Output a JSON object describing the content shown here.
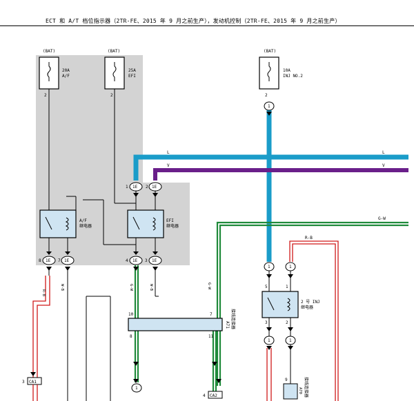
{
  "header": {
    "title": "ECT 和 A/T 档位指示器（2TR-FE、2015 年 9 月之前生产），发动机控制（2TR-FE、2015 年 9 月之前生产）"
  },
  "sources": [
    {
      "label": "(BAT)"
    },
    {
      "label": "(BAT)"
    },
    {
      "label": "(BAT)"
    }
  ],
  "fuses": [
    {
      "rating": "20A",
      "name": "A/F",
      "pin": "2"
    },
    {
      "rating": "25A",
      "name": "EFI",
      "pin": "2"
    },
    {
      "rating": "10A",
      "name": "INJ NO.2",
      "pin": "2"
    }
  ],
  "relays": [
    {
      "name": "A/F",
      "sub": "继电器"
    },
    {
      "name": "EFI",
      "sub": "继电器"
    },
    {
      "name": "2 号 INJ",
      "sub": "继电器"
    }
  ],
  "wires": {
    "blue_label": "L",
    "purple_label": "V",
    "green_label": "G-W",
    "red_label": "R-B",
    "vert_labels": [
      "R-B",
      "W-B",
      "G-W",
      "W-B",
      "G-W"
    ]
  },
  "connectors": {
    "top_jb": [
      {
        "pin": "1",
        "code": "1E"
      },
      {
        "pin": "2",
        "code": "1E"
      }
    ],
    "bottom_jb": [
      {
        "pin": "8",
        "code": "1E"
      },
      {
        "pin": "7",
        "code": "1E"
      },
      {
        "pin": "4",
        "code": "1E"
      },
      {
        "pin": "3",
        "code": "1E"
      }
    ],
    "inj_top": {
      "code": "1"
    },
    "inj_mid": [
      {
        "code": "1"
      },
      {
        "code": "1"
      }
    ],
    "inj_bot": [
      {
        "code": "1"
      },
      {
        "code": "1"
      }
    ],
    "bottom_left": {
      "code": "1"
    },
    "ca1": {
      "pin": "3",
      "code": "CA1"
    },
    "ca2": {
      "pin": "4",
      "code": "CA2"
    }
  },
  "junction": {
    "name": "A71",
    "sub": "接线连接器",
    "pins": [
      "10",
      "7",
      "8",
      "11"
    ]
  },
  "inj_relay_pins": [
    "5",
    "1",
    "3",
    "2"
  ],
  "bottom_right_label": "接线连接器",
  "bottom_right_pin": "9",
  "bottom_right_code": "A70",
  "colors": {
    "blue": "#1a9cc9",
    "purple": "#6a1f8a",
    "green": "#1f8a3a",
    "red": "#d01818",
    "gray_panel": "#d3d3d3",
    "relay_fill": "#cfe4f2"
  }
}
